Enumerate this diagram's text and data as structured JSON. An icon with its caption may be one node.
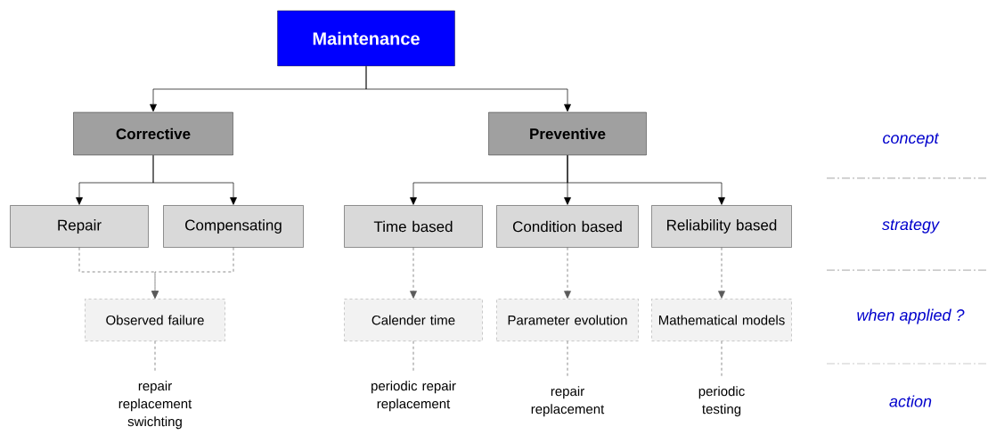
{
  "diagram": {
    "nodes": [
      {
        "text": [
          "Maintenance"
        ]
      },
      {
        "text": [
          "Corrective"
        ]
      },
      {
        "text": [
          "Preventive"
        ]
      },
      {
        "text": [
          "Repair"
        ]
      },
      {
        "text": [
          "Compensating"
        ]
      },
      {
        "text": [
          "Time based"
        ]
      },
      {
        "text": [
          "Condition based"
        ]
      },
      {
        "text": [
          "Reliability based"
        ]
      },
      {
        "text": [
          "Observed failure"
        ]
      },
      {
        "text": [
          "Calender time"
        ]
      },
      {
        "text": [
          "Parameter evolution"
        ]
      },
      {
        "text": [
          "Mathematical models"
        ]
      },
      {
        "text": [
          "repair replacement swichting"
        ]
      },
      {
        "text": [
          "periodic repair replacement"
        ]
      },
      {
        "text": [
          "repair replacement"
        ]
      },
      {
        "text": [
          "periodic testing"
        ]
      }
    ],
    "edges": [
      {
        "from": 0,
        "to": 1,
        "arrow": "to"
      },
      {
        "from": 0,
        "to": 2,
        "arrow": "to"
      },
      {
        "from": 1,
        "to": 3,
        "arrow": "to"
      },
      {
        "from": 1,
        "to": 4,
        "arrow": "to"
      },
      {
        "from": 2,
        "to": 5,
        "arrow": "to"
      },
      {
        "from": 2,
        "to": 6,
        "arrow": "to"
      },
      {
        "from": 2,
        "to": 7,
        "arrow": "to"
      },
      {
        "from": 3,
        "to": 8,
        "arrow": "to",
        "style": "dashed"
      },
      {
        "from": 4,
        "to": 8,
        "arrow": "to",
        "style": "dashed"
      },
      {
        "from": 5,
        "to": 9,
        "arrow": "to",
        "style": "dashed"
      },
      {
        "from": 6,
        "to": 10,
        "arrow": "to",
        "style": "dashed"
      },
      {
        "from": 7,
        "to": 11,
        "arrow": "to",
        "style": "dashed"
      },
      {
        "from": 8,
        "to": 12,
        "arrow": "none",
        "style": "dashed"
      },
      {
        "from": 9,
        "to": 13,
        "arrow": "none",
        "style": "dashed"
      },
      {
        "from": 10,
        "to": 14,
        "arrow": "none",
        "style": "dashed"
      },
      {
        "from": 11,
        "to": 15,
        "arrow": "none",
        "style": "dashed"
      }
    ],
    "labels": [
      "concept",
      "strategy",
      "when applied ?",
      "action"
    ]
  }
}
